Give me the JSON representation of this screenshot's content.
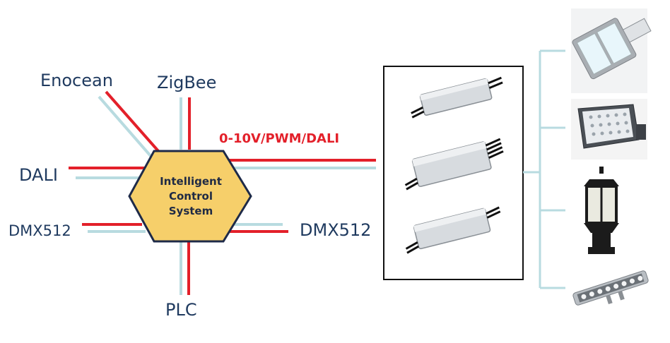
{
  "hub": {
    "line1": "Intelligent",
    "line2": "Control",
    "line3": "System",
    "fill": "#f6cf6a",
    "stroke": "#1e2a48"
  },
  "protocols": {
    "enocean": "Enocean",
    "zigbee": "ZigBee",
    "dali": "DALI",
    "dmx_left": "DMX512",
    "dmx_right": "DMX512",
    "plc": "PLC",
    "output": "0-10V/PWM/DALI"
  },
  "colors": {
    "red_line": "#e3202a",
    "blue_line": "#b8dbe0",
    "label_text": "#1f3a5f",
    "output_label": "#e3202a",
    "bus_line": "#b8dbe0"
  },
  "drivers": [
    {
      "name": "led-driver-small-icon"
    },
    {
      "name": "led-driver-large-icon"
    },
    {
      "name": "led-driver-medium-icon"
    }
  ],
  "fixtures": [
    {
      "name": "street-light-icon"
    },
    {
      "name": "flood-light-icon"
    },
    {
      "name": "garden-lantern-icon"
    },
    {
      "name": "wall-washer-icon"
    }
  ]
}
